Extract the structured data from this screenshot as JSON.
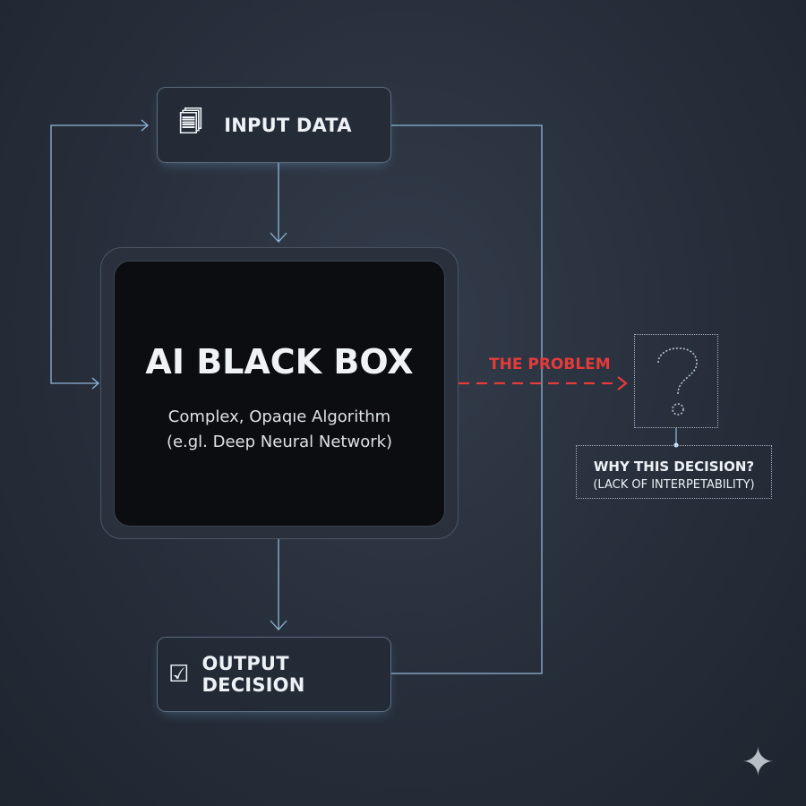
{
  "input": {
    "label": "INPUT DATA",
    "icon": "documents-icon"
  },
  "blackbox": {
    "title": "AI BLACK BOX",
    "line1": "Complex, Opaqıe Algorithm",
    "line2": "(e.gl. Deep Neural Network)"
  },
  "output": {
    "label": "OUTPUT DECISION",
    "icon": "checkbox-icon"
  },
  "problem": {
    "label": "THE PROBLEM",
    "color": "#e53b3b"
  },
  "question": {
    "icon": "question-mark-icon"
  },
  "why": {
    "line1": "WHY THIS DECISION?",
    "line2": "(LACK OF INTERPETABILITY)"
  }
}
